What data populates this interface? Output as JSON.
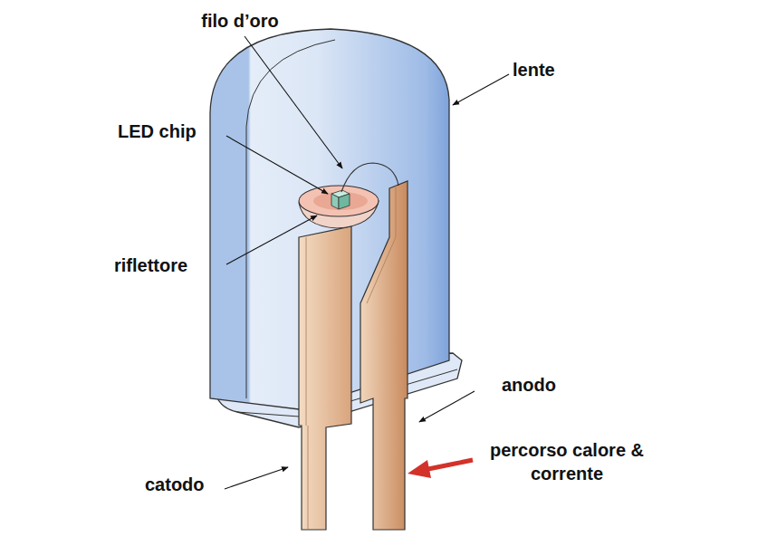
{
  "diagram": {
    "labels": [
      "filo d’oro",
      "lente",
      "LED chip",
      "riflettore",
      "anodo",
      "percorso calore & corrente",
      "catodo"
    ]
  }
}
